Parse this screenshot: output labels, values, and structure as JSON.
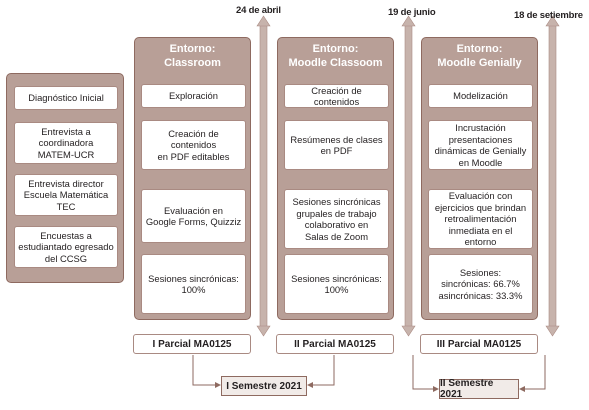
{
  "left_panel": {
    "items": [
      "Diagnóstico Inicial",
      "Entrevista a\ncoordinadora\nMATEM-UCR",
      "Entrevista director\nEscuela Matemática\nTEC",
      "Encuestas a\nestudiantado egresado\ndel CCSG"
    ]
  },
  "stages": [
    {
      "date": "24 de abril",
      "title": "Entorno:\nClassroom",
      "cards": [
        "Exploración",
        "Creación de contenidos\nen PDF editables",
        "Evaluación en\nGoogle Forms, Quizziz",
        "Sesiones sincrónicas:\n100%"
      ],
      "parcial": "I Parcial MA0125"
    },
    {
      "date": "19 de junio",
      "title": "Entorno:\nMoodle Classoom",
      "cards": [
        "Creación de contenidos",
        "Resúmenes de clases\nen PDF",
        "Sesiones sincrónicas\ngrupales de trabajo\ncolaborativo en\nSalas de Zoom",
        "Sesiones sincrónicas:\n100%"
      ],
      "parcial": "II Parcial MA0125"
    },
    {
      "date": "18 de setiembre",
      "title": "Entorno:\nMoodle Genially",
      "cards": [
        "Modelización",
        "Incrustación\npresentaciones\ndinámicas de Genially\nen Moodle",
        "Evaluación con\nejercicios que brindan\nretroalimentación\ninmediata en el entorno",
        "Sesiones:\nsincrónicas: 66.7%\nasincrónicas: 33.3%"
      ],
      "parcial": "III Parcial MA0125"
    }
  ],
  "semesters": [
    "I Semestre 2021",
    "II Semestre 2021"
  ]
}
